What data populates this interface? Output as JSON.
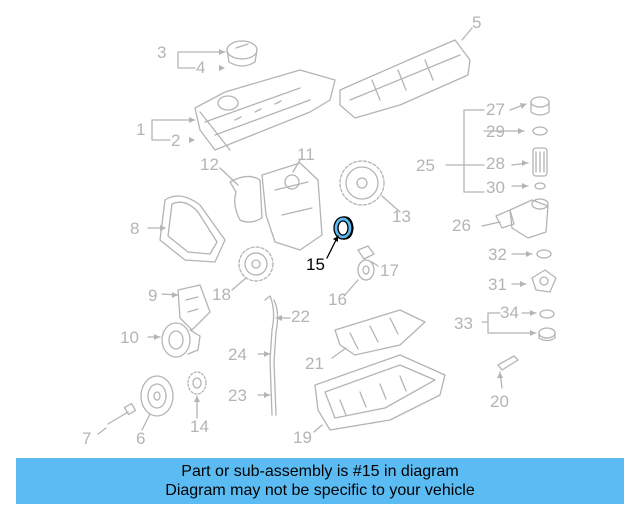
{
  "diagram": {
    "callouts": [
      "1",
      "2",
      "3",
      "4",
      "5",
      "6",
      "7",
      "8",
      "9",
      "10",
      "11",
      "12",
      "13",
      "14",
      "15",
      "16",
      "17",
      "18",
      "19",
      "20",
      "21",
      "22",
      "23",
      "24",
      "25",
      "26",
      "27",
      "28",
      "29",
      "30",
      "31",
      "32",
      "33",
      "34"
    ],
    "highlighted": "15",
    "colors": {
      "line": "#b4b4b4",
      "highlight_fill": "#5bbcf4",
      "highlight_text": "#000000"
    }
  },
  "footer": {
    "line1": "Part or sub-assembly is #15 in diagram",
    "line2": "Diagram may not be specific to your vehicle",
    "background": "#5bbcf4"
  }
}
